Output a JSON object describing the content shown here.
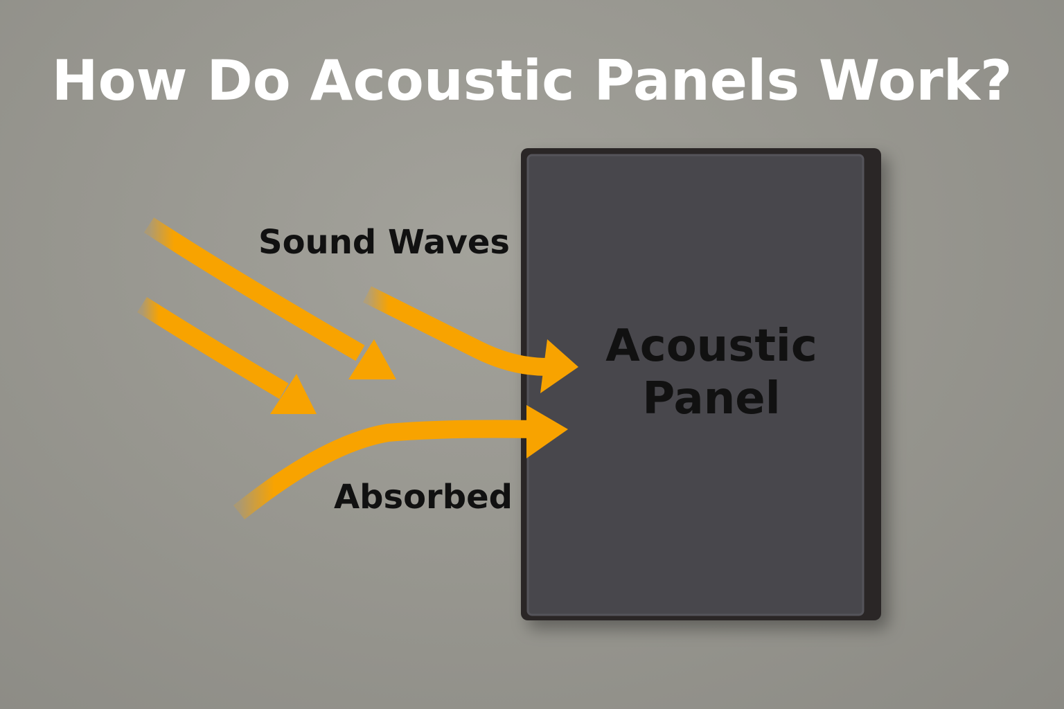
{
  "title": "How Do Acoustic Panels Work?",
  "labels": {
    "sound_waves": "Sound Waves",
    "absorbed": "Absorbed"
  },
  "panel": {
    "line1": "Acoustic",
    "line2": "Panel"
  },
  "colors": {
    "arrow": "#f8a300",
    "panel_face": "#48474c",
    "panel_frame": "#2a2826",
    "title": "#ffffff"
  }
}
